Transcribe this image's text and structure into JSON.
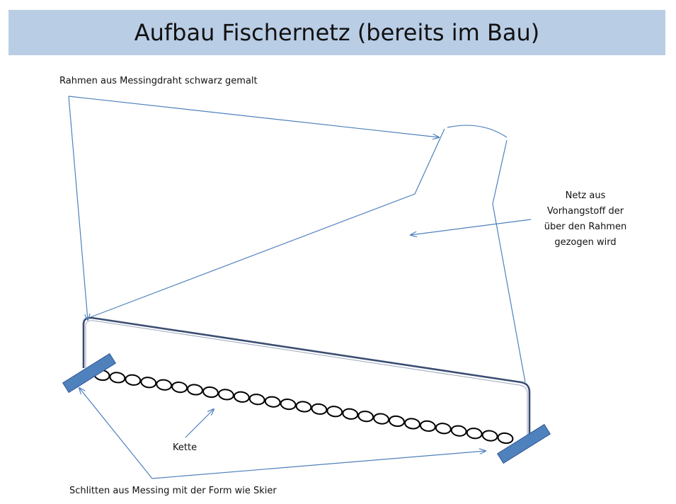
{
  "title": "Aufbau Fischernetz (bereits im Bau)",
  "labels": {
    "frame": "Rahmen aus Messingdraht schwarz gemalt",
    "net_lines": [
      "Netz aus",
      "Vorhangstoff der",
      "über den Rahmen",
      "gezogen wird"
    ],
    "chain": "Kette",
    "sled": "Schlitten aus Messing mit der Form wie Skier"
  },
  "colors": {
    "title_bar": "#b9cde5",
    "line": "#4f81bd",
    "frame": "#3b4d72",
    "ski": "#4f81bd",
    "chain": "#000000"
  },
  "chain_links": 27
}
